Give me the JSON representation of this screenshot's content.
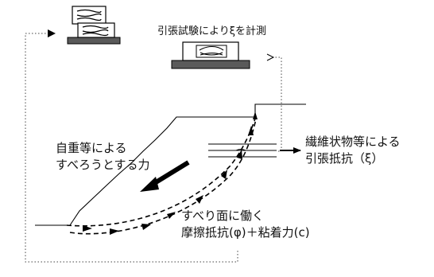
{
  "labels": {
    "tensile_test": "引張試験によりξを計測",
    "self_weight_line1": "自重等による",
    "self_weight_line2": "すべろうとする力",
    "fiber_line1": "繊維状物等による",
    "fiber_line2": "引張抵抗（ξ）",
    "slip_line1": "すべり面に働く",
    "slip_line2": "摩擦抵抗(φ)＋粘着力(c)"
  },
  "colors": {
    "line": "#000000",
    "base_plate": "#5a5a5a",
    "dotted": "#444444"
  }
}
